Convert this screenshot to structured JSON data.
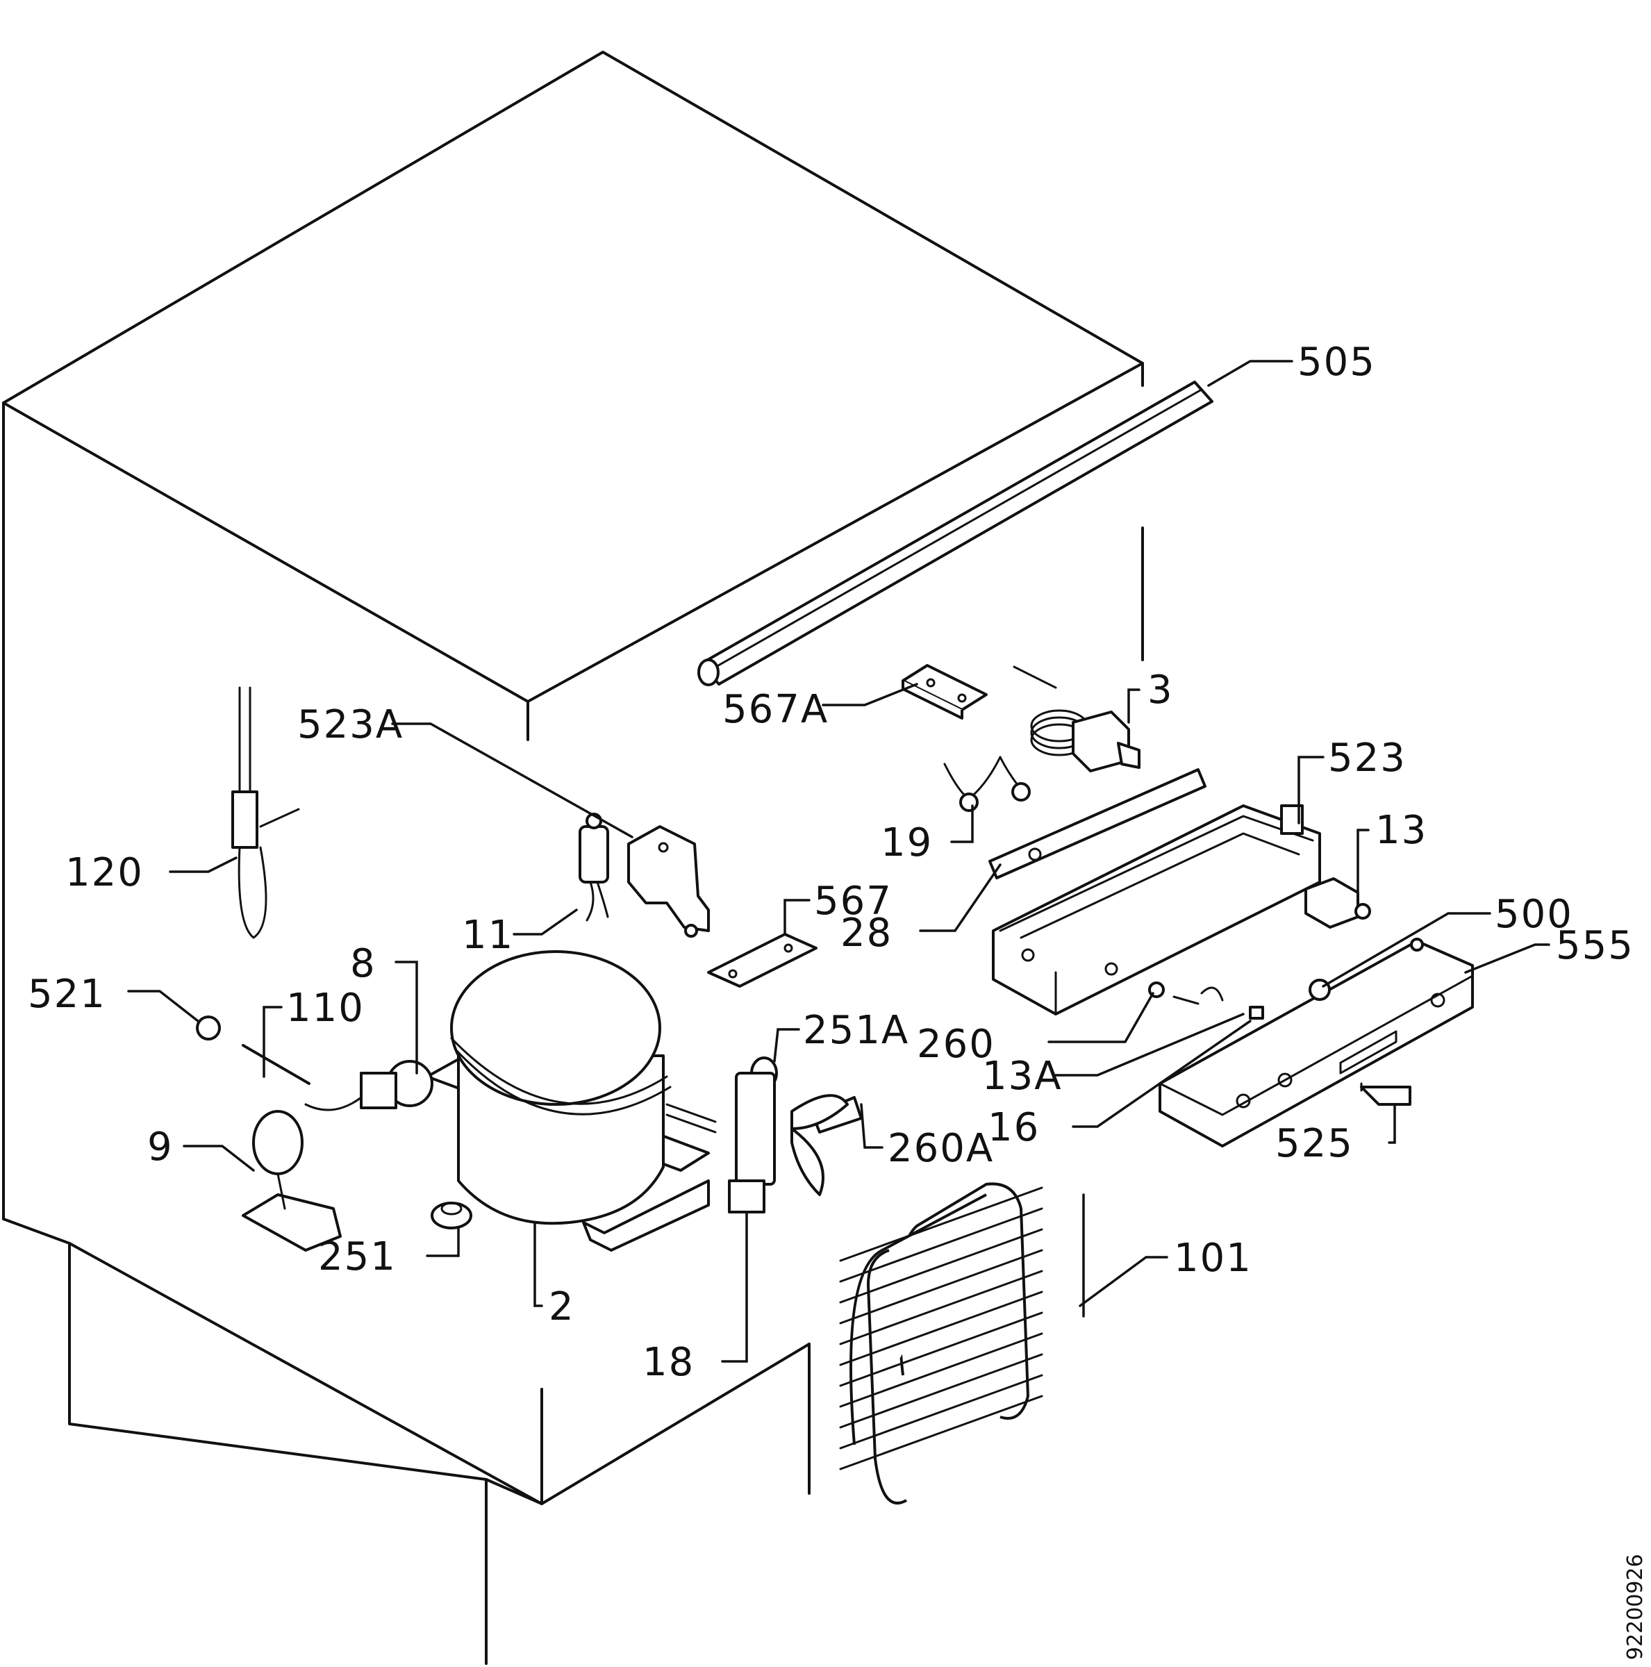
{
  "document_id": "92200926",
  "callouts": [
    {
      "id": "c505",
      "text": "505"
    },
    {
      "id": "c3",
      "text": "3"
    },
    {
      "id": "c567A",
      "text": "567A"
    },
    {
      "id": "c523A",
      "text": "523A"
    },
    {
      "id": "c523",
      "text": "523"
    },
    {
      "id": "c13",
      "text": "13"
    },
    {
      "id": "c19",
      "text": "19"
    },
    {
      "id": "c120",
      "text": "120"
    },
    {
      "id": "c567",
      "text": "567"
    },
    {
      "id": "c28",
      "text": "28"
    },
    {
      "id": "c500",
      "text": "500"
    },
    {
      "id": "c555",
      "text": "555"
    },
    {
      "id": "c11",
      "text": "11"
    },
    {
      "id": "c8",
      "text": "8"
    },
    {
      "id": "c521",
      "text": "521"
    },
    {
      "id": "c110",
      "text": "110"
    },
    {
      "id": "c251A",
      "text": "251A"
    },
    {
      "id": "c260",
      "text": "260"
    },
    {
      "id": "c13A",
      "text": "13A"
    },
    {
      "id": "c16",
      "text": "16"
    },
    {
      "id": "c9",
      "text": "9"
    },
    {
      "id": "c260A",
      "text": "260A"
    },
    {
      "id": "c525",
      "text": "525"
    },
    {
      "id": "c251",
      "text": "251"
    },
    {
      "id": "c2",
      "text": "2"
    },
    {
      "id": "c101",
      "text": "101"
    },
    {
      "id": "c18",
      "text": "18"
    }
  ]
}
